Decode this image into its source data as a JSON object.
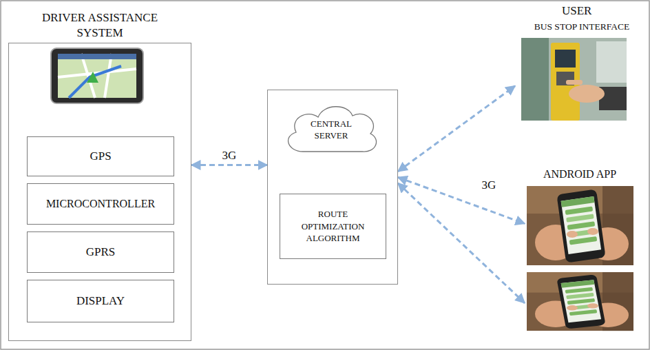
{
  "diagram": {
    "nodes": [
      {
        "text": [
          "DRIVER ASSISTANCE SYSTEM"
        ]
      },
      {
        "text": [
          "GPS"
        ],
        "in": 0
      },
      {
        "text": [
          "MICROCONTROLLER"
        ],
        "in": 0
      },
      {
        "text": [
          "GPRS"
        ],
        "in": 0
      },
      {
        "text": [
          "DISPLAY"
        ],
        "in": 0
      },
      {
        "text": [
          "CENTRAL SERVER"
        ]
      },
      {
        "text": [
          "ROUTE OPTIMIZATION ALGORITHM"
        ],
        "in": 5
      },
      {
        "text": [
          "BUS STOP INTERFACE"
        ]
      },
      {
        "text": [
          "ANDROID APP"
        ]
      }
    ],
    "edges": [
      {
        "from": 0,
        "to": 5,
        "arrow": "both",
        "label": "3G"
      },
      {
        "from": 5,
        "to": 7,
        "arrow": "both"
      },
      {
        "from": 5,
        "to": 8,
        "arrow": "both",
        "label": "3G"
      },
      {
        "from": 5,
        "to": 8,
        "arrow": "both"
      }
    ],
    "labels": [
      "USER"
    ]
  }
}
